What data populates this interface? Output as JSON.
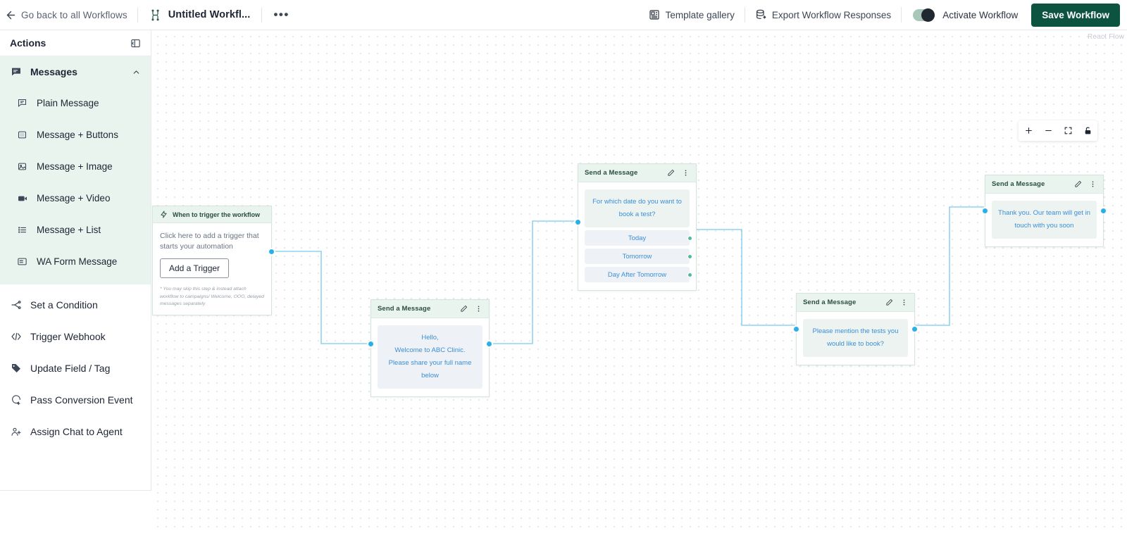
{
  "topbar": {
    "back_icon": "arrow-left-icon",
    "back_label": "Go back to all Workflows",
    "workflow_icon": "workflow-icon",
    "workflow_title": "Untitled Workfl...",
    "more_label": "•••",
    "template_gallery_icon": "template-gallery-icon",
    "template_gallery_label": "Template gallery",
    "export_icon": "export-database-icon",
    "export_label": "Export Workflow Responses",
    "toggle_state": "on",
    "activate_label": "Activate Workflow",
    "save_label": "Save Workflow",
    "accent_color": "#0d5440"
  },
  "sidebar": {
    "title": "Actions",
    "collapse_icon": "panel-collapse-icon",
    "group": {
      "icon": "message-icon",
      "label": "Messages",
      "chevron": "chevron-up-icon",
      "expanded": true,
      "items": [
        {
          "icon": "plain-message-icon",
          "label": "Plain Message"
        },
        {
          "icon": "message-buttons-icon",
          "label": "Message + Buttons"
        },
        {
          "icon": "message-image-icon",
          "label": "Message + Image"
        },
        {
          "icon": "message-video-icon",
          "label": "Message + Video"
        },
        {
          "icon": "message-list-icon",
          "label": "Message + List"
        },
        {
          "icon": "wa-form-message-icon",
          "label": "WA Form Message"
        }
      ]
    },
    "actions": [
      {
        "icon": "condition-icon",
        "label": "Set a Condition"
      },
      {
        "icon": "code-webhook-icon",
        "label": "Trigger Webhook"
      },
      {
        "icon": "tag-icon",
        "label": "Update Field / Tag"
      },
      {
        "icon": "conversion-event-icon",
        "label": "Pass Conversion Event"
      },
      {
        "icon": "assign-agent-icon",
        "label": "Assign Chat to Agent"
      }
    ]
  },
  "canvas": {
    "attribution": "React Flow",
    "controls": [
      {
        "icon": "zoom-in-icon",
        "label": "+"
      },
      {
        "icon": "zoom-out-icon",
        "label": "−"
      },
      {
        "icon": "fit-view-icon",
        "label": ""
      },
      {
        "icon": "lock-icon",
        "label": ""
      }
    ],
    "edge_color": "#8fd4f0",
    "handle_color": "#2ab0e8"
  },
  "trigger_node": {
    "icon": "lightning-bolt-icon",
    "header": "When to trigger the workflow",
    "description": "Click here to add a trigger that starts your automation",
    "button_label": "Add a Trigger",
    "note": "* You may skip this step & instead attach workflow to campaigns/ Welcome, OOO, delayed messages separately"
  },
  "nodes": [
    {
      "id": "node-welcome",
      "title": "Send a Message",
      "edit_icon": "pencil-icon",
      "menu_icon": "kebab-menu-icon",
      "lines": [
        "Hello,",
        "Welcome to ABC Clinic.",
        "Please share your full name below"
      ],
      "buttons": []
    },
    {
      "id": "node-date",
      "title": "Send a Message",
      "edit_icon": "pencil-icon",
      "menu_icon": "kebab-menu-icon",
      "lines": [
        "For which date do you want to book a test?"
      ],
      "buttons": [
        "Today",
        "Tomorrow",
        "Day After Tomorrow"
      ]
    },
    {
      "id": "node-tests",
      "title": "Send a Message",
      "edit_icon": "pencil-icon",
      "menu_icon": "kebab-menu-icon",
      "lines": [
        "Please mention the tests you would like to book?"
      ],
      "buttons": []
    },
    {
      "id": "node-thanks",
      "title": "Send a Message",
      "edit_icon": "pencil-icon",
      "menu_icon": "kebab-menu-icon",
      "lines": [
        "Thank you. Our team will get in touch with you soon"
      ],
      "buttons": []
    }
  ]
}
